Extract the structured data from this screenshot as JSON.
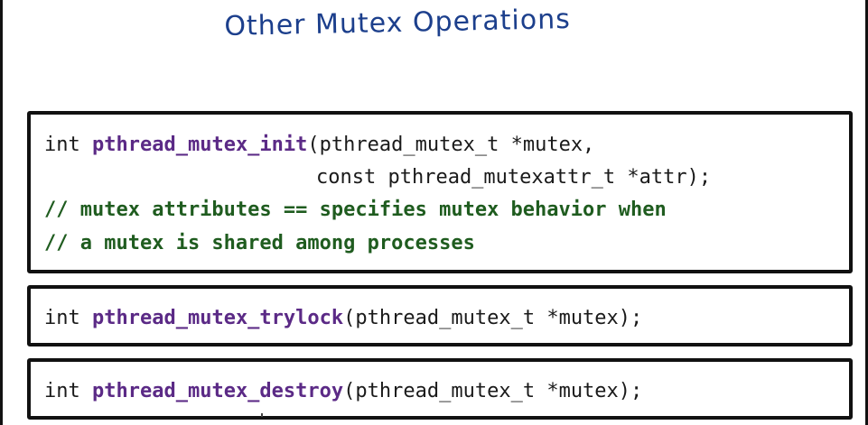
{
  "title": "Other Mutex Operations",
  "blocks": {
    "init": {
      "return_type": "int",
      "function_name": "pthread_mutex_init",
      "params_line1": "(pthread_mutex_t *mutex,",
      "params_line2": "const pthread_mutexattr_t *attr);",
      "comment_line1": "// mutex attributes == specifies mutex behavior when",
      "comment_line2": "// a mutex is shared among processes"
    },
    "trylock": {
      "return_type": "int",
      "function_name": "pthread_mutex_trylock",
      "params": "(pthread_mutex_t *mutex);"
    },
    "destroy": {
      "return_type": "int",
      "function_name": "pthread_mutex_destroy",
      "params": "(pthread_mutex_t *mutex);"
    }
  },
  "colors": {
    "title": "#1c3f8c",
    "function_name": "#5b2a86",
    "comment": "#1f5c1f",
    "text": "#1a1a1a",
    "border": "#111111"
  }
}
